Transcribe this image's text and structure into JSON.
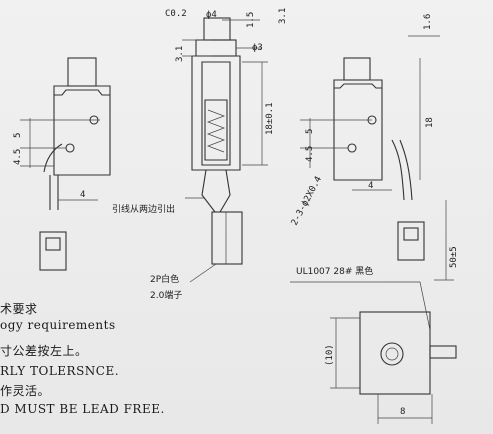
{
  "dimensions": {
    "chamfer": "C0.2",
    "phi4": "ϕ4",
    "d15": "1.5",
    "d3_1_top": "3.1",
    "phi3": "ϕ3",
    "d3_1_left": "3.1",
    "d18_01": "18±0.1",
    "left_5": "5",
    "left_4_5": "4.5",
    "left_4": "4",
    "right_16": "1.6",
    "right_18": "18",
    "right_5": "5",
    "right_4_5": "4.5",
    "right_4": "4",
    "screw": "2-3-ϕ2X0.4",
    "d50_5": "50±5",
    "box_10": "(10)",
    "box_8": "8"
  },
  "labels": {
    "lead_note": "引线从两边引出",
    "terminal_1": "2P白色",
    "terminal_2": "2.0端子",
    "wire_spec": "UL1007 28# 黑色"
  },
  "notes": [
    "术要求",
    "ogy  requirements",
    "寸公差按左上。",
    "RLY TOLERSNCE.",
    "作灵活。",
    "D MUST BE LEAD FREE."
  ]
}
